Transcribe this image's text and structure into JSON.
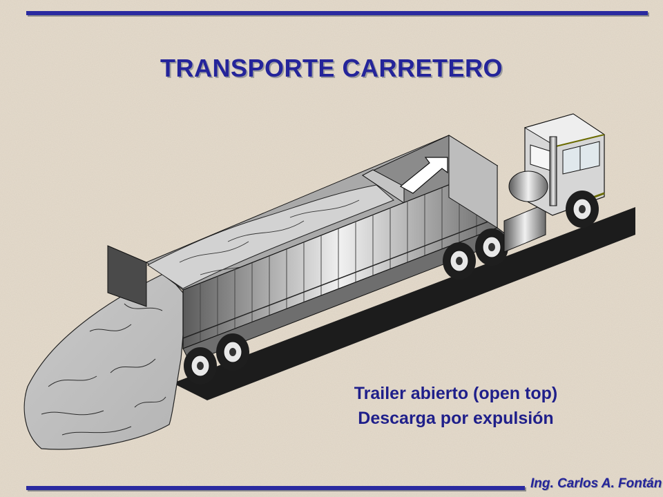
{
  "slide": {
    "title": "TRANSPORTE CARRETERO",
    "caption_line1": "Trailer abierto (open top)",
    "caption_line2": "Descarga por expulsión",
    "author": "Ing. Carlos A. Fontán"
  },
  "colors": {
    "background": "#e6dccd",
    "accent": "#24249a",
    "rule": "#2a2aa0"
  },
  "illustration": {
    "subject": "semi-trailer-truck-unloading-bulk-material",
    "icon": "truck-icon"
  }
}
